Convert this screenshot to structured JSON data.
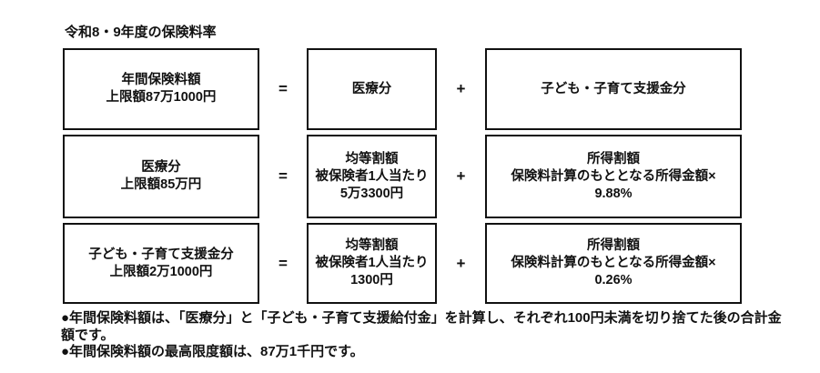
{
  "title": "令和8・9年度の保険料率",
  "operators": {
    "equals": "=",
    "plus": "+"
  },
  "rows": [
    {
      "result": [
        "年間保険料額",
        "上限額87万1000円"
      ],
      "term1": [
        "医療分"
      ],
      "term2": [
        "子ども・子育て支援金分"
      ]
    },
    {
      "result": [
        "医療分",
        "上限額85万円"
      ],
      "term1": [
        "均等割額",
        "被保険者1人当たり",
        "5万3300円"
      ],
      "term2": [
        "所得割額",
        "保険料計算のもととなる所得金額×",
        "9.88%"
      ]
    },
    {
      "result": [
        "子ども・子育て支援金分",
        "上限額2万1000円"
      ],
      "term1": [
        "均等割額",
        "被保険者1人当たり",
        "1300円"
      ],
      "term2": [
        "所得割額",
        "保険料計算のもととなる所得金額×",
        "0.26%"
      ]
    }
  ],
  "notes": {
    "note1_line1": "●年間保険料額は、「医療分」と「子ども・子育て支援給付金」を計算し、それぞれ100円未満を切り捨てた後の合計金",
    "note1_line2": "額です。",
    "note2": "●年間保険料額の最高限度額は、87万1千円です。"
  },
  "colors": {
    "text": "#111111",
    "border": "#111111",
    "background": "#ffffff"
  }
}
